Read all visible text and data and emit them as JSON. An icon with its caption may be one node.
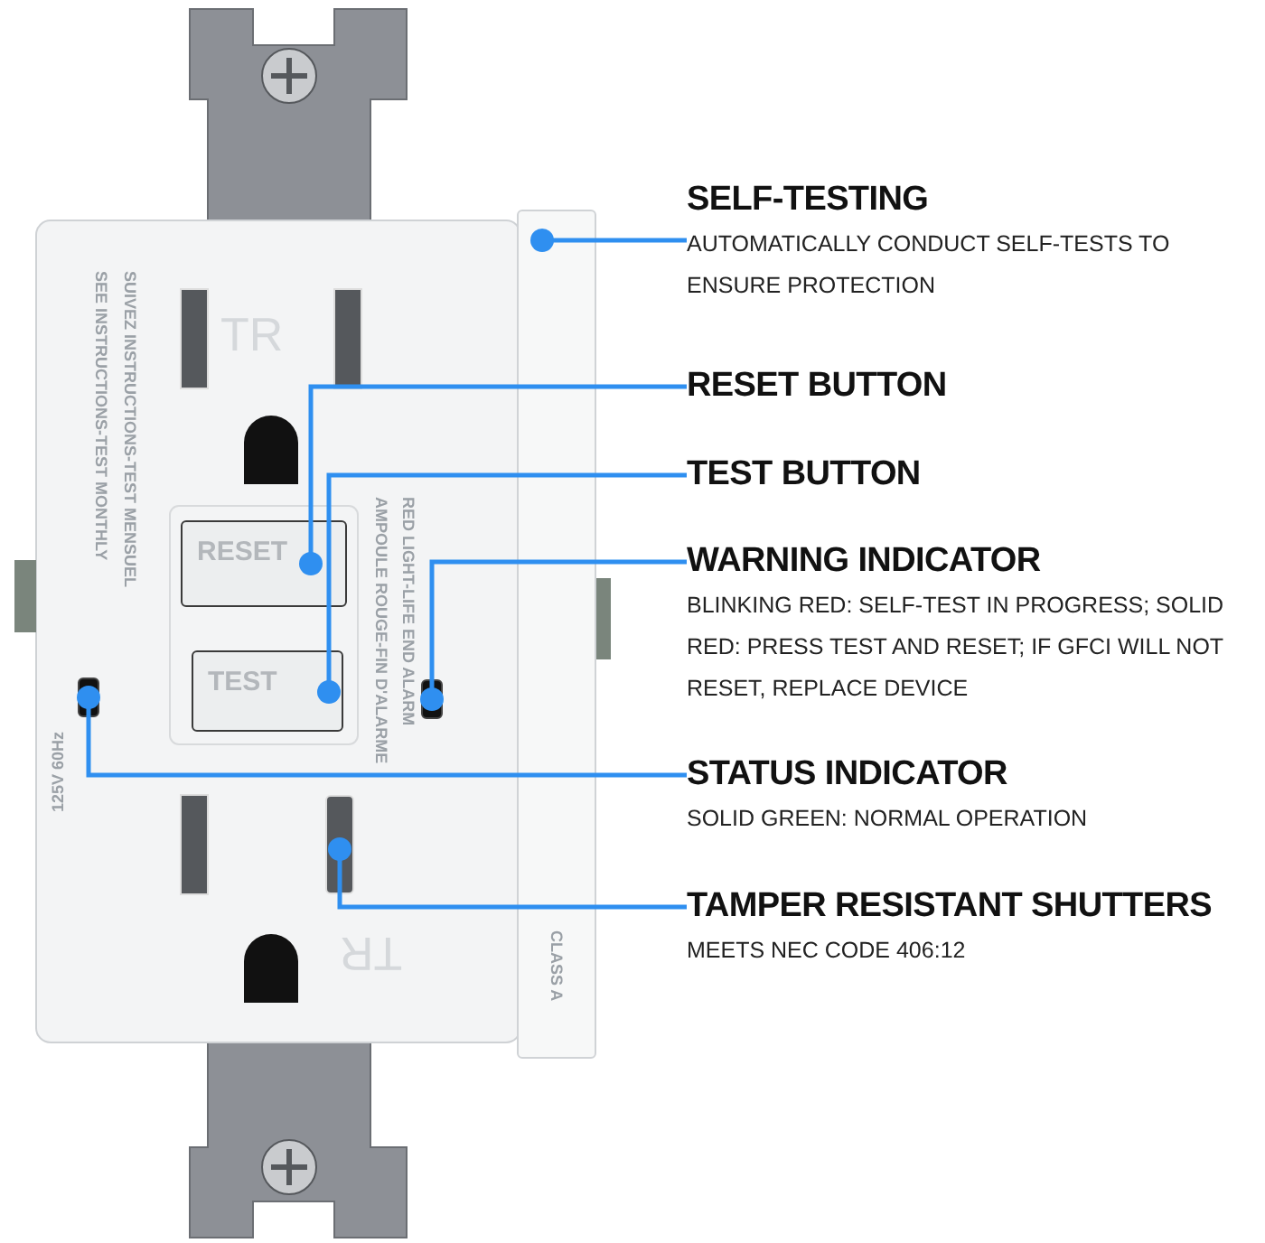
{
  "diagram": {
    "nodes": [
      {
        "text": [
          "SELF-TESTING",
          "AUTOMATICALLY CONDUCT SELF-TESTS TO ENSURE PROTECTION"
        ]
      },
      {
        "text": [
          "RESET BUTTON"
        ]
      },
      {
        "text": [
          "TEST BUTTON"
        ]
      },
      {
        "text": [
          "WARNING INDICATOR",
          "BLINKING RED: SELF-TEST IN PROGRESS; SOLID RED: PRESS TEST AND RESET; IF GFCI WILL NOT RESET, REPLACE DEVICE"
        ]
      },
      {
        "text": [
          "STATUS INDICATOR",
          "SOLID GREEN: NORMAL OPERATION"
        ]
      },
      {
        "text": [
          "TAMPER RESISTANT SHUTTERS",
          "MEETS NEC CODE 406:12"
        ]
      },
      {
        "text": [],
        "shape": "box"
      },
      {
        "text": [
          "RESET"
        ]
      },
      {
        "text": [
          "TEST"
        ]
      },
      {
        "text": [],
        "shape": "box"
      },
      {
        "text": [],
        "shape": "box"
      },
      {
        "text": [],
        "shape": "box"
      }
    ],
    "edges": [
      {
        "from": 0,
        "to": 6,
        "arrow": "other"
      },
      {
        "from": 1,
        "to": 7,
        "arrow": "other"
      },
      {
        "from": 2,
        "to": 8,
        "arrow": "other"
      },
      {
        "from": 3,
        "to": 9,
        "arrow": "other"
      },
      {
        "from": 4,
        "to": 10,
        "arrow": "other"
      },
      {
        "from": 5,
        "to": 11,
        "arrow": "other"
      }
    ],
    "labels": [
      "TR",
      "SEE INSTRUCTIONS-TEST MONTHLY",
      "SUIVEZ INSTRUCTIONS-TEST MENSUEL",
      "AMPOULE ROUGE-FIN D'ALARME",
      "RED LIGHT-LIFE END ALARM",
      "125V 60Hz",
      "TR",
      "CLASS A"
    ]
  }
}
